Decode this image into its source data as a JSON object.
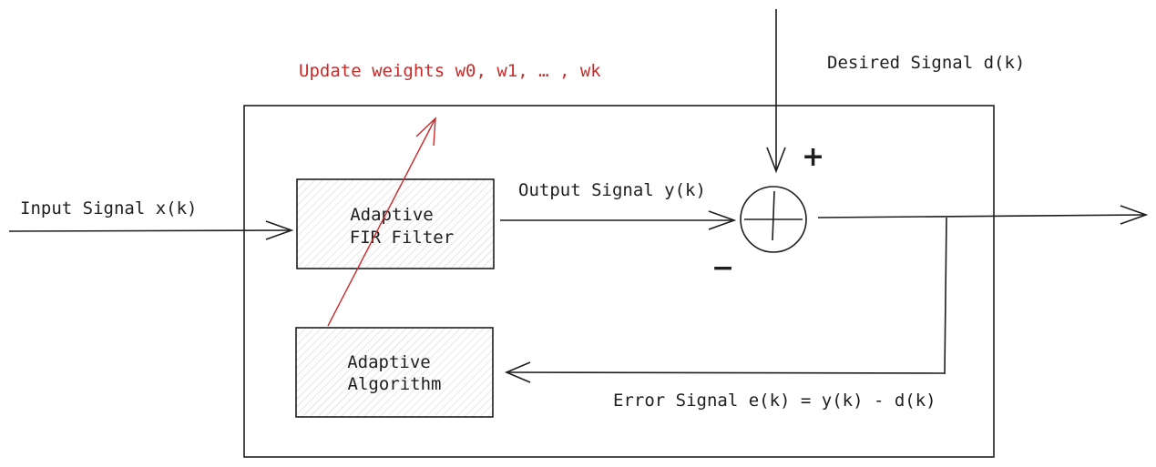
{
  "diagram": {
    "labels": {
      "input_signal": "Input Signal x(k)",
      "output_signal": "Output Signal y(k)",
      "desired_signal": "Desired Signal d(k)",
      "error_signal": "Error Signal e(k) = y(k) - d(k)",
      "update_weights": "Update weights w0, w1,  … , wk",
      "plus_sign": "+",
      "minus_sign": "−"
    },
    "blocks": {
      "fir_filter": {
        "line1": "Adaptive",
        "line2": "FIR Filter"
      },
      "algorithm": {
        "line1": "Adaptive",
        "line2": "Algorithm"
      }
    },
    "colors": {
      "stroke": "#1e1e1e",
      "accent": "#c92a2a",
      "hatch": "#d0d0d0"
    }
  }
}
